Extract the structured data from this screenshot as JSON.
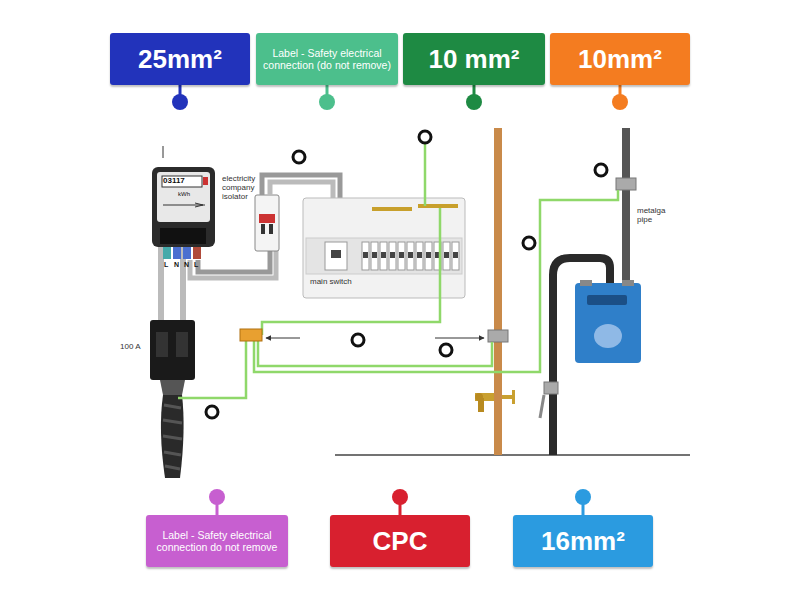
{
  "diagram": {
    "nodes": [
      {
        "text": [
          "25mm²"
        ]
      },
      {
        "text": [
          "Label - Safety electrical connection (do not remove)"
        ]
      },
      {
        "text": [
          "10 mm²"
        ]
      },
      {
        "text": [
          "10mm²"
        ]
      },
      {
        "text": [
          "Label - Safety electrical connection do not remove"
        ]
      },
      {
        "text": [
          "CPC"
        ]
      },
      {
        "text": [
          "16mm²"
        ]
      }
    ],
    "labels": [
      "03117",
      "kWh",
      "L",
      "N",
      "N",
      "L",
      "electricity company isolator",
      "main switch",
      "metalga pipe",
      "100 A"
    ]
  }
}
